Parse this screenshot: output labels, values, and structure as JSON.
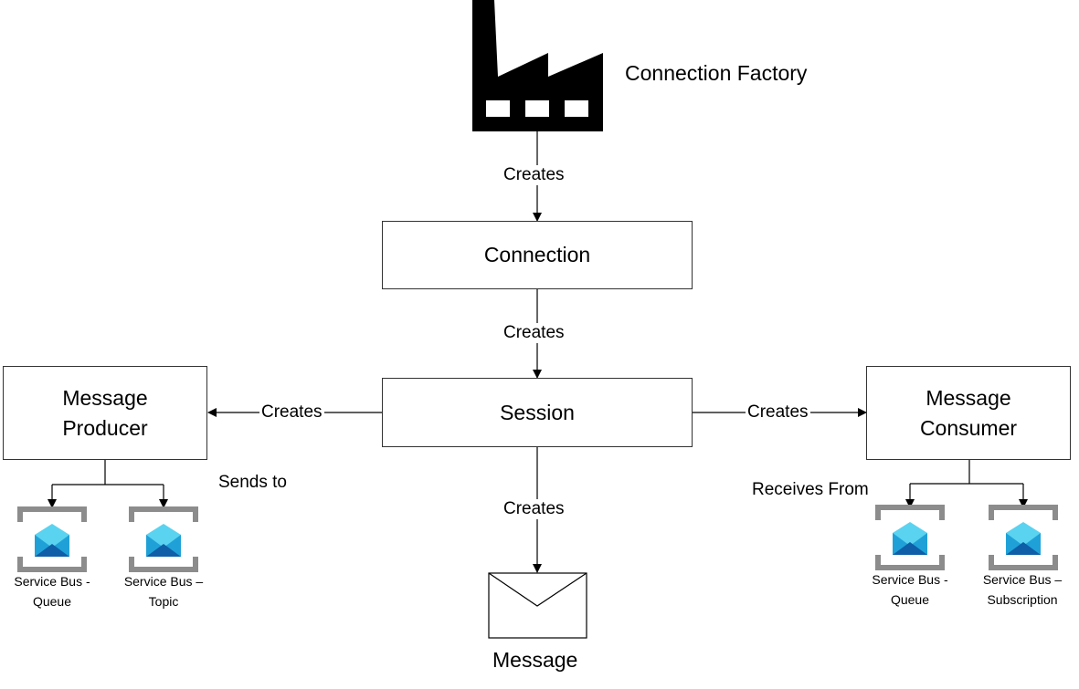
{
  "factory": {
    "label": "Connection Factory",
    "icon": "factory-icon"
  },
  "connection": {
    "label": "Connection"
  },
  "session": {
    "label": "Session"
  },
  "producer": {
    "line1": "Message",
    "line2": "Producer",
    "sends_label": "Sends to"
  },
  "consumer": {
    "line1": "Message",
    "line2": "Consumer",
    "receives_label": "Receives From"
  },
  "message": {
    "label": "Message",
    "icon": "envelope-icon"
  },
  "edges": {
    "factory_to_connection": "Creates",
    "connection_to_session": "Creates",
    "session_to_producer": "Creates",
    "session_to_consumer": "Creates",
    "session_to_message": "Creates"
  },
  "producer_targets": [
    {
      "line1": "Service Bus -",
      "line2": "Queue",
      "icon": "service-bus-icon"
    },
    {
      "line1": "Service Bus –",
      "line2": "Topic",
      "icon": "service-bus-icon"
    }
  ],
  "consumer_sources": [
    {
      "line1": "Service Bus -",
      "line2": "Queue",
      "icon": "service-bus-icon"
    },
    {
      "line1": "Service Bus –",
      "line2": "Subscription",
      "icon": "service-bus-icon"
    }
  ],
  "colors": {
    "stroke": "#333333",
    "icon_frame": "#8c8c8c",
    "mail_light": "#5ad3f0",
    "mail_mid": "#1fa1d8",
    "mail_dark": "#0f5ea8"
  }
}
